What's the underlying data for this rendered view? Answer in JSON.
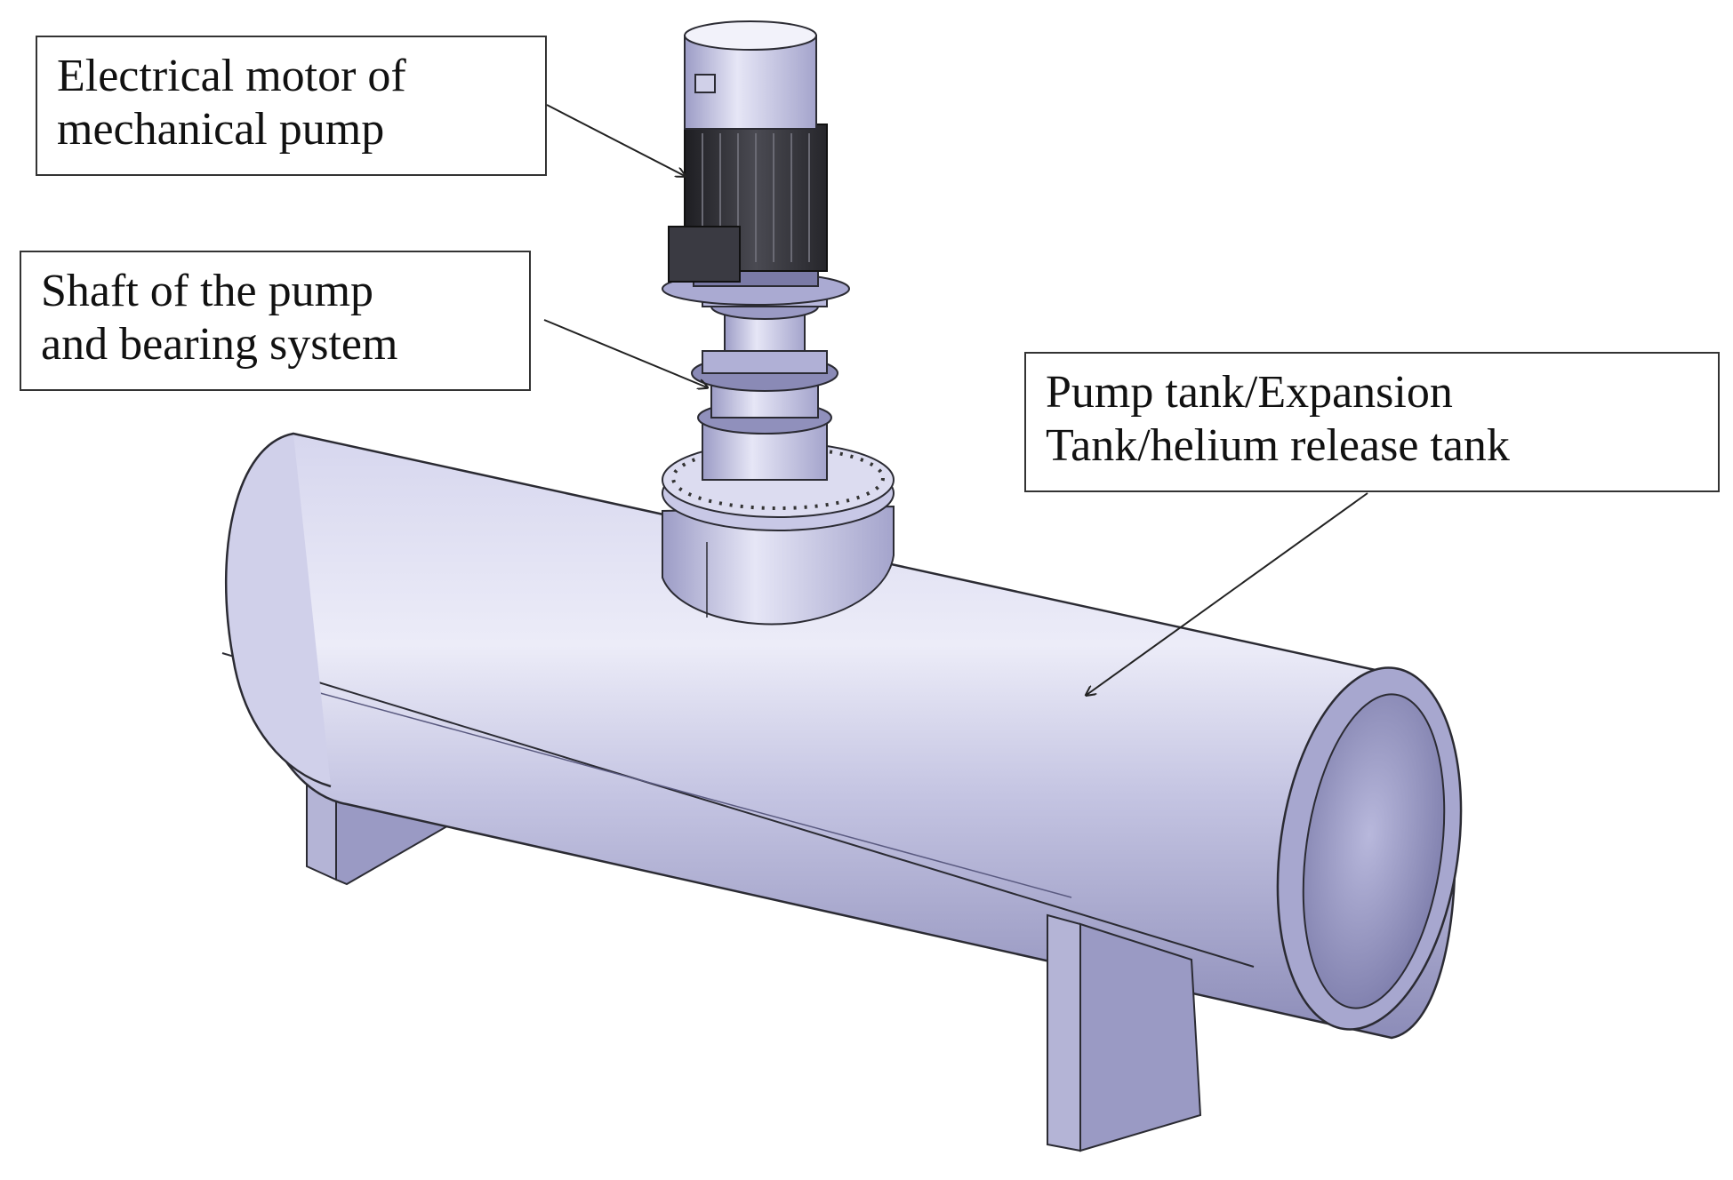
{
  "labels": {
    "motor": {
      "line1": "Electrical motor of",
      "line2": "mechanical pump"
    },
    "shaft": {
      "line1": "Shaft of the pump",
      "line2": "and bearing system"
    },
    "tank": {
      "line1": "Pump tank/Expansion",
      "line2": "Tank/helium release tank"
    }
  },
  "colors": {
    "tank_body": "#c9c9e6",
    "tank_shadow": "#8f8fb8",
    "tank_highlight": "#ececf8",
    "motor_dark": "#2a2a2e",
    "outline": "#2b2b33"
  }
}
